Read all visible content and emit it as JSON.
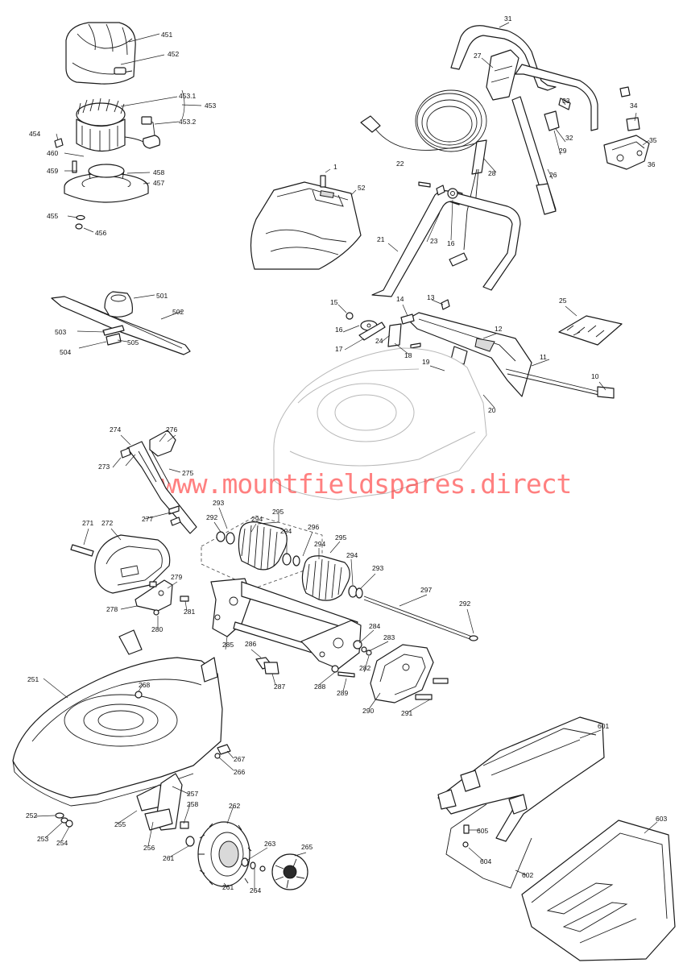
{
  "watermark": "www.mountfieldspares.direct",
  "callouts": [
    "451",
    "452",
    "453.1",
    "453",
    "453.2",
    "454",
    "460",
    "459",
    "458",
    "457",
    "455",
    "456",
    "501",
    "502",
    "503",
    "504",
    "505",
    "1",
    "52",
    "22",
    "21",
    "23",
    "16",
    "15",
    "31",
    "27",
    "28",
    "33",
    "32",
    "29",
    "26",
    "34",
    "35",
    "36",
    "13",
    "14",
    "12",
    "25",
    "11",
    "10",
    "17",
    "18",
    "19",
    "24",
    "20",
    "274",
    "276",
    "273",
    "275",
    "277",
    "271",
    "272",
    "279",
    "278",
    "281",
    "280",
    "293",
    "292",
    "294",
    "295",
    "296",
    "297",
    "285",
    "286",
    "287",
    "284",
    "283",
    "282",
    "288",
    "289",
    "290",
    "291",
    "251",
    "268",
    "267",
    "266",
    "257",
    "258",
    "262",
    "252",
    "253",
    "254",
    "255",
    "256",
    "261",
    "263",
    "264",
    "265",
    "601",
    "605",
    "604",
    "602",
    "603"
  ]
}
